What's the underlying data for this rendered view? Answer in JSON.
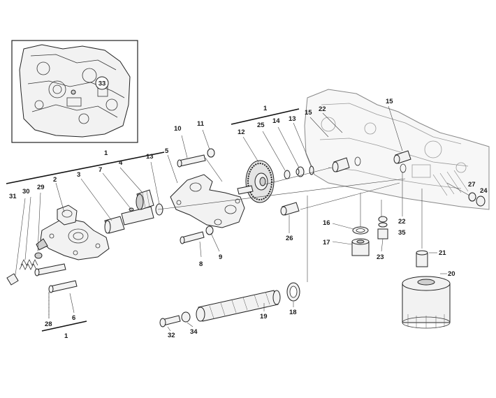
{
  "labels": {
    "l33": "33",
    "l1_left": "1",
    "l1_top": "1",
    "l1_bottom": "1",
    "l2": "2",
    "l3": "3",
    "l4": "4",
    "l5": "5",
    "l6": "6",
    "l7": "7",
    "l8": "8",
    "l9": "9",
    "l10": "10",
    "l11": "11",
    "l12": "12",
    "l13a": "13",
    "l13b": "13",
    "l14": "14",
    "l15a": "15",
    "l15b": "15",
    "l16": "16",
    "l17": "17",
    "l18": "18",
    "l19": "19",
    "l20": "20",
    "l21": "21",
    "l22a": "22",
    "l22b": "22",
    "l23": "23",
    "l24": "24",
    "l25": "25",
    "l26": "26",
    "l27": "27",
    "l28": "28",
    "l29": "29",
    "l30": "30",
    "l31": "31",
    "l32": "32",
    "l34": "34",
    "l35": "35"
  },
  "colors": {
    "line": "#222222",
    "fill_light": "#f2f2f2",
    "fill_dark": "#cfcfcf",
    "background": "#ffffff"
  }
}
